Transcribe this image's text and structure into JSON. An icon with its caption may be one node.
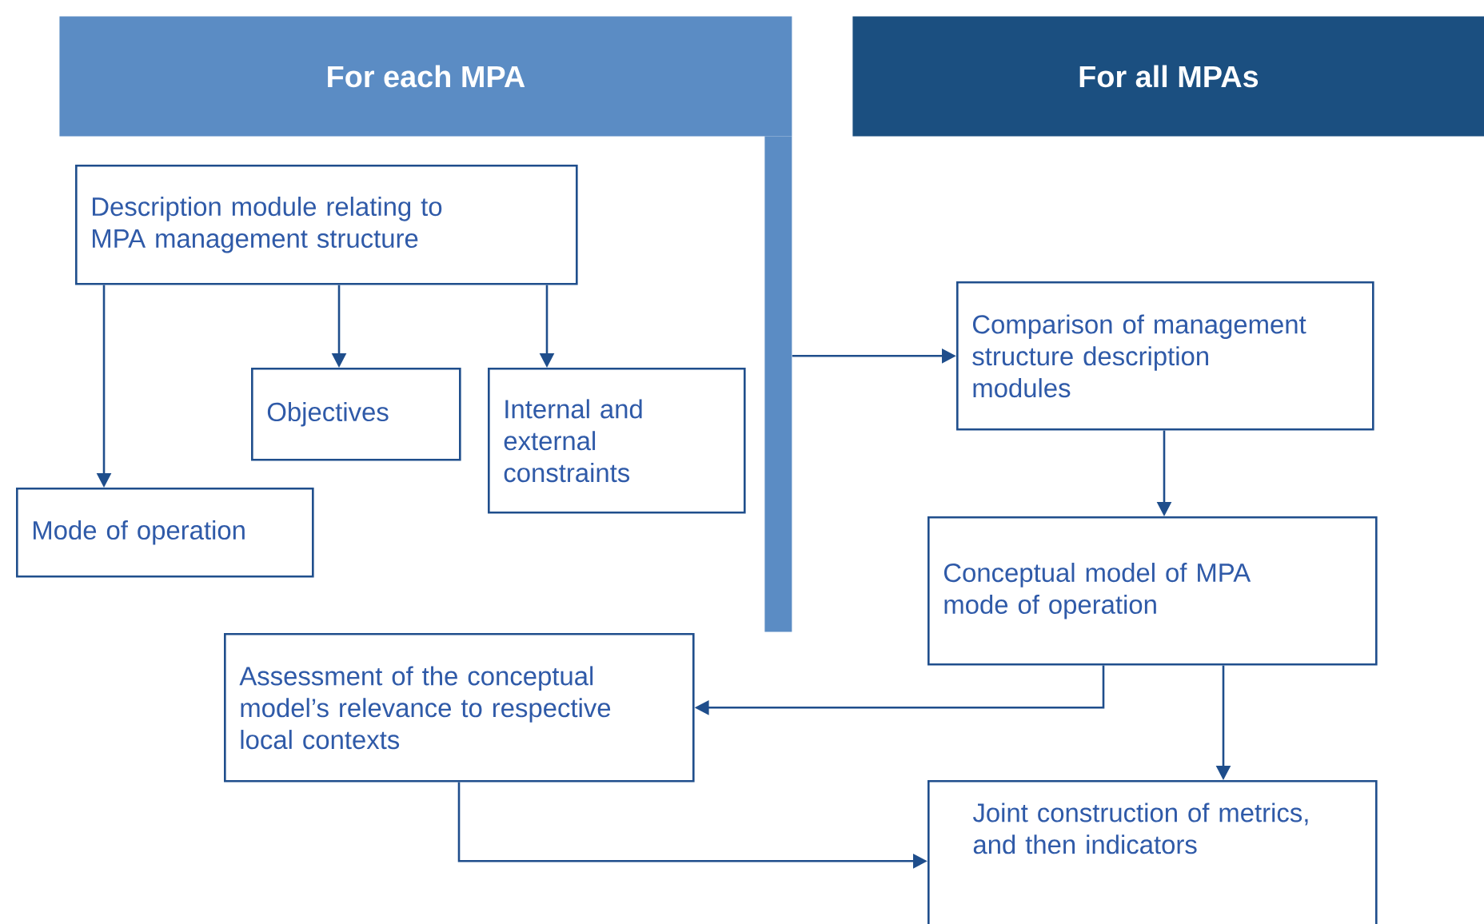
{
  "diagram": {
    "nodes": [
      {
        "text": [
          "For each MPA"
        ]
      },
      {
        "text": [],
        "shape": "bar"
      },
      {
        "text": [
          "For all MPAs"
        ]
      },
      {
        "text": [
          "Description module relating to MPA management structure"
        ]
      },
      {
        "text": [
          "Objectives"
        ]
      },
      {
        "text": [
          "Internal and external constraints"
        ]
      },
      {
        "text": [
          "Mode of operation"
        ]
      },
      {
        "text": [
          "Comparison of management structure description modules"
        ]
      },
      {
        "text": [
          "Conceptual model of MPA mode of operation"
        ]
      },
      {
        "text": [
          "Assessment of the conceptual model’s relevance to respective local contexts"
        ]
      },
      {
        "text": [
          "Joint construction of metrics, and then indicators"
        ]
      }
    ],
    "edges": [
      {
        "from": 3,
        "to": 6,
        "arrow": "to"
      },
      {
        "from": 3,
        "to": 4,
        "arrow": "to"
      },
      {
        "from": 3,
        "to": 5,
        "arrow": "to"
      },
      {
        "from": 1,
        "to": 7,
        "arrow": "to"
      },
      {
        "from": 7,
        "to": 8,
        "arrow": "to"
      },
      {
        "from": 8,
        "to": 9,
        "arrow": "to"
      },
      {
        "from": 8,
        "to": 10,
        "arrow": "to"
      },
      {
        "from": 9,
        "to": 10,
        "arrow": "to"
      }
    ]
  }
}
